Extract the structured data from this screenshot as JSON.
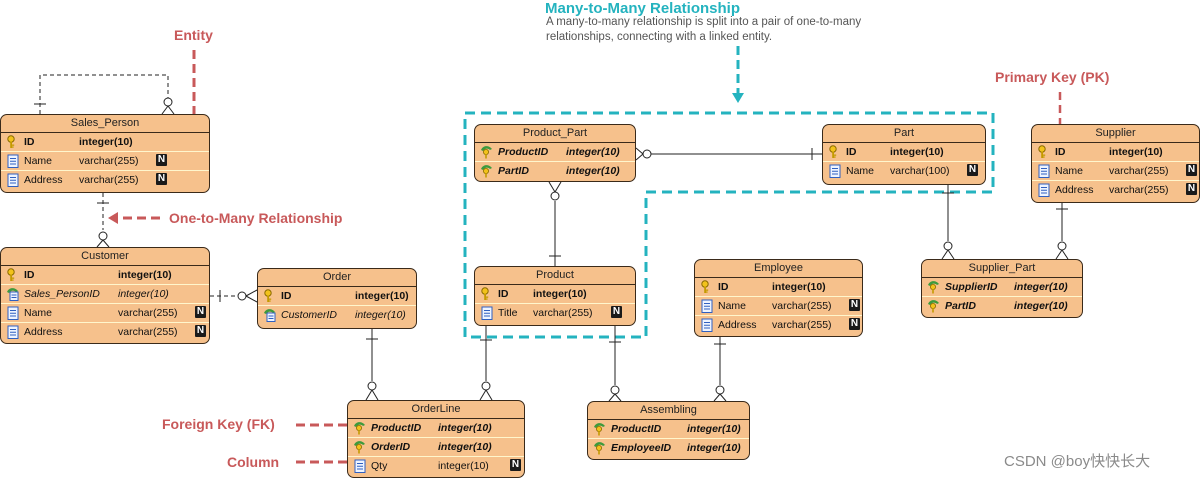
{
  "annotations": {
    "entity": "Entity",
    "one_to_many": "One-to-Many Relationship",
    "primary_key": "Primary Key (PK)",
    "foreign_key": "Foreign Key (FK)",
    "column": "Column",
    "many_to_many_title": "Many-to-Many Relationship",
    "many_to_many_desc": "A many-to-many relationship is split into a pair of one-to-many relationships, connecting with a linked entity."
  },
  "watermark": "CSDN @boy快快长大",
  "colors": {
    "entity_fill": "#f6c18c",
    "annotation_red": "#c8595a",
    "highlight_teal": "#24b3bf"
  },
  "entities": {
    "sales_person": {
      "title": "Sales_Person",
      "columns": [
        {
          "name": "ID",
          "type": "integer(10)",
          "key": "pk",
          "nullable": false
        },
        {
          "name": "Name",
          "type": "varchar(255)",
          "key": "none",
          "nullable": true
        },
        {
          "name": "Address",
          "type": "varchar(255)",
          "key": "none",
          "nullable": true
        }
      ]
    },
    "customer": {
      "title": "Customer",
      "columns": [
        {
          "name": "ID",
          "type": "integer(10)",
          "key": "pk",
          "nullable": false
        },
        {
          "name": "Sales_PersonID",
          "type": "integer(10)",
          "key": "fk",
          "nullable": false
        },
        {
          "name": "Name",
          "type": "varchar(255)",
          "key": "none",
          "nullable": true
        },
        {
          "name": "Address",
          "type": "varchar(255)",
          "key": "none",
          "nullable": true
        }
      ]
    },
    "order": {
      "title": "Order",
      "columns": [
        {
          "name": "ID",
          "type": "integer(10)",
          "key": "pk",
          "nullable": false
        },
        {
          "name": "CustomerID",
          "type": "integer(10)",
          "key": "fk",
          "nullable": false
        }
      ]
    },
    "product_part": {
      "title": "Product_Part",
      "columns": [
        {
          "name": "ProductID",
          "type": "integer(10)",
          "key": "fkpk",
          "nullable": false
        },
        {
          "name": "PartID",
          "type": "integer(10)",
          "key": "fkpk",
          "nullable": false
        }
      ]
    },
    "product": {
      "title": "Product",
      "columns": [
        {
          "name": "ID",
          "type": "integer(10)",
          "key": "pk",
          "nullable": false
        },
        {
          "name": "Title",
          "type": "varchar(255)",
          "key": "none",
          "nullable": true
        }
      ]
    },
    "part": {
      "title": "Part",
      "columns": [
        {
          "name": "ID",
          "type": "integer(10)",
          "key": "pk",
          "nullable": false
        },
        {
          "name": "Name",
          "type": "varchar(100)",
          "key": "none",
          "nullable": true
        }
      ]
    },
    "supplier": {
      "title": "Supplier",
      "columns": [
        {
          "name": "ID",
          "type": "integer(10)",
          "key": "pk",
          "nullable": false
        },
        {
          "name": "Name",
          "type": "varchar(255)",
          "key": "none",
          "nullable": true
        },
        {
          "name": "Address",
          "type": "varchar(255)",
          "key": "none",
          "nullable": true
        }
      ]
    },
    "supplier_part": {
      "title": "Supplier_Part",
      "columns": [
        {
          "name": "SupplierID",
          "type": "integer(10)",
          "key": "fkpk",
          "nullable": false
        },
        {
          "name": "PartID",
          "type": "integer(10)",
          "key": "fkpk",
          "nullable": false
        }
      ]
    },
    "employee": {
      "title": "Employee",
      "columns": [
        {
          "name": "ID",
          "type": "integer(10)",
          "key": "pk",
          "nullable": false
        },
        {
          "name": "Name",
          "type": "varchar(255)",
          "key": "none",
          "nullable": true
        },
        {
          "name": "Address",
          "type": "varchar(255)",
          "key": "none",
          "nullable": true
        }
      ]
    },
    "assembling": {
      "title": "Assembling",
      "columns": [
        {
          "name": "ProductID",
          "type": "integer(10)",
          "key": "fkpk",
          "nullable": false
        },
        {
          "name": "EmployeeID",
          "type": "integer(10)",
          "key": "fkpk",
          "nullable": false
        }
      ]
    },
    "orderline": {
      "title": "OrderLine",
      "columns": [
        {
          "name": "ProductID",
          "type": "integer(10)",
          "key": "fkpk",
          "nullable": false
        },
        {
          "name": "OrderID",
          "type": "integer(10)",
          "key": "fkpk",
          "nullable": false
        },
        {
          "name": "Qty",
          "type": "integer(10)",
          "key": "none",
          "nullable": true
        }
      ]
    }
  },
  "nullable_badge": "N",
  "relationships": [
    {
      "from": "sales_person",
      "to": "sales_person",
      "kind": "one-to-many",
      "style": "dashed"
    },
    {
      "from": "sales_person",
      "to": "customer",
      "kind": "one-to-many",
      "style": "dashed"
    },
    {
      "from": "customer",
      "to": "order",
      "kind": "one-to-many",
      "style": "dashed"
    },
    {
      "from": "order",
      "to": "orderline",
      "kind": "one-to-many",
      "style": "solid"
    },
    {
      "from": "product",
      "to": "orderline",
      "kind": "one-to-many",
      "style": "solid"
    },
    {
      "from": "product",
      "to": "product_part",
      "kind": "one-to-many",
      "style": "solid"
    },
    {
      "from": "part",
      "to": "product_part",
      "kind": "one-to-many",
      "style": "solid"
    },
    {
      "from": "part",
      "to": "supplier_part",
      "kind": "one-to-many",
      "style": "solid"
    },
    {
      "from": "supplier",
      "to": "supplier_part",
      "kind": "one-to-many",
      "style": "solid"
    },
    {
      "from": "product",
      "to": "assembling",
      "kind": "one-to-many",
      "style": "solid"
    },
    {
      "from": "employee",
      "to": "assembling",
      "kind": "one-to-many",
      "style": "solid"
    }
  ]
}
